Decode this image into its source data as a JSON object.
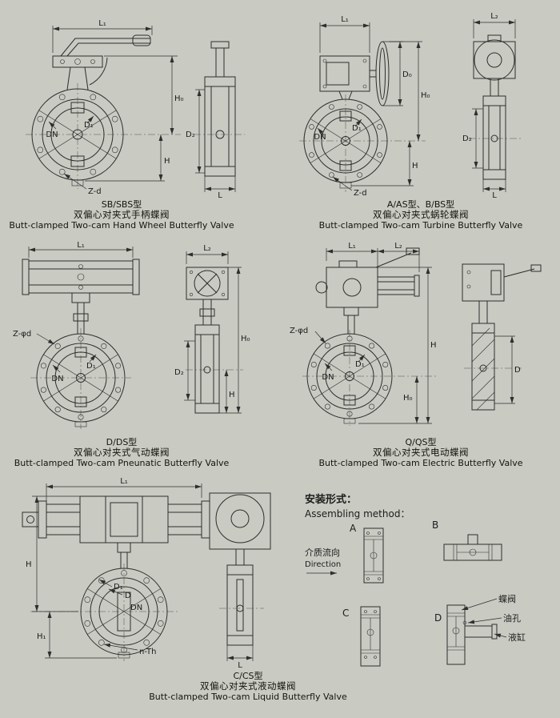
{
  "page": {
    "background": "#c9cac2",
    "ink": "#2e2e2e"
  },
  "panels": [
    {
      "model": "SB/SBS型",
      "cn": "双偏心对夹式手柄蝶阀",
      "en": "Butt-clamped Two-cam Hand Wheel Butterfly Valve",
      "dims": {
        "l1": "L₁",
        "h0": "H₀",
        "h": "H",
        "d2": "D₂",
        "l": "L",
        "dn": "DN",
        "d1": "D₁",
        "zd": "Z-d"
      }
    },
    {
      "model": "A/AS型、B/BS型",
      "cn": "双偏心对夹式蜗轮蝶阀",
      "en": "Butt-clamped Two-cam Turbine Butterfly Valve",
      "dims": {
        "l1": "L₁",
        "l2": "L₂",
        "d0": "D₀",
        "h0": "H₀",
        "h": "H",
        "d2": "D₂",
        "l": "L",
        "dn": "DN",
        "d1": "D₁",
        "zd": "Z-d"
      }
    },
    {
      "model": "D/DS型",
      "cn": "双偏心对夹式气动蝶阀",
      "en": "Butt-clamped Two-cam Pneunatic Butterfly Valve",
      "dims": {
        "l1": "L₁",
        "l2": "L₂",
        "h0": "H₀",
        "h": "H",
        "d2": "D₂",
        "dn": "DN",
        "d1": "D₁",
        "zphid": "Z-φd"
      }
    },
    {
      "model": "Q/QS型",
      "cn": "双偏心对夹式电动蝶阀",
      "en": "Butt-clamped Two-cam Electric Butterfly Valve",
      "dims": {
        "l1": "L₁",
        "l2": "L₂",
        "h": "H",
        "h0": "H₀",
        "d": "D",
        "dn": "DN",
        "d1": "D₁",
        "zphid": "Z-φd"
      }
    },
    {
      "model": "C/CS型",
      "cn": "双偏心对夹式液动蝶阀",
      "en": "Butt-clamped Two-cam Liquid Butterfly Valve",
      "dims": {
        "l1": "L₁",
        "h": "H",
        "h1": "H₁",
        "d1": "D₁",
        "d": "D",
        "dn": "DN",
        "nth": "n-Th",
        "l": "L"
      }
    }
  ],
  "assembly": {
    "title_cn": "安装形式：",
    "title_en": "Assembling method：",
    "flow_cn": "介质流向",
    "flow_en": "Direction",
    "methods": [
      "A",
      "B",
      "C",
      "D"
    ],
    "callouts": [
      "蝶阀",
      "油孔",
      "液缸"
    ]
  }
}
